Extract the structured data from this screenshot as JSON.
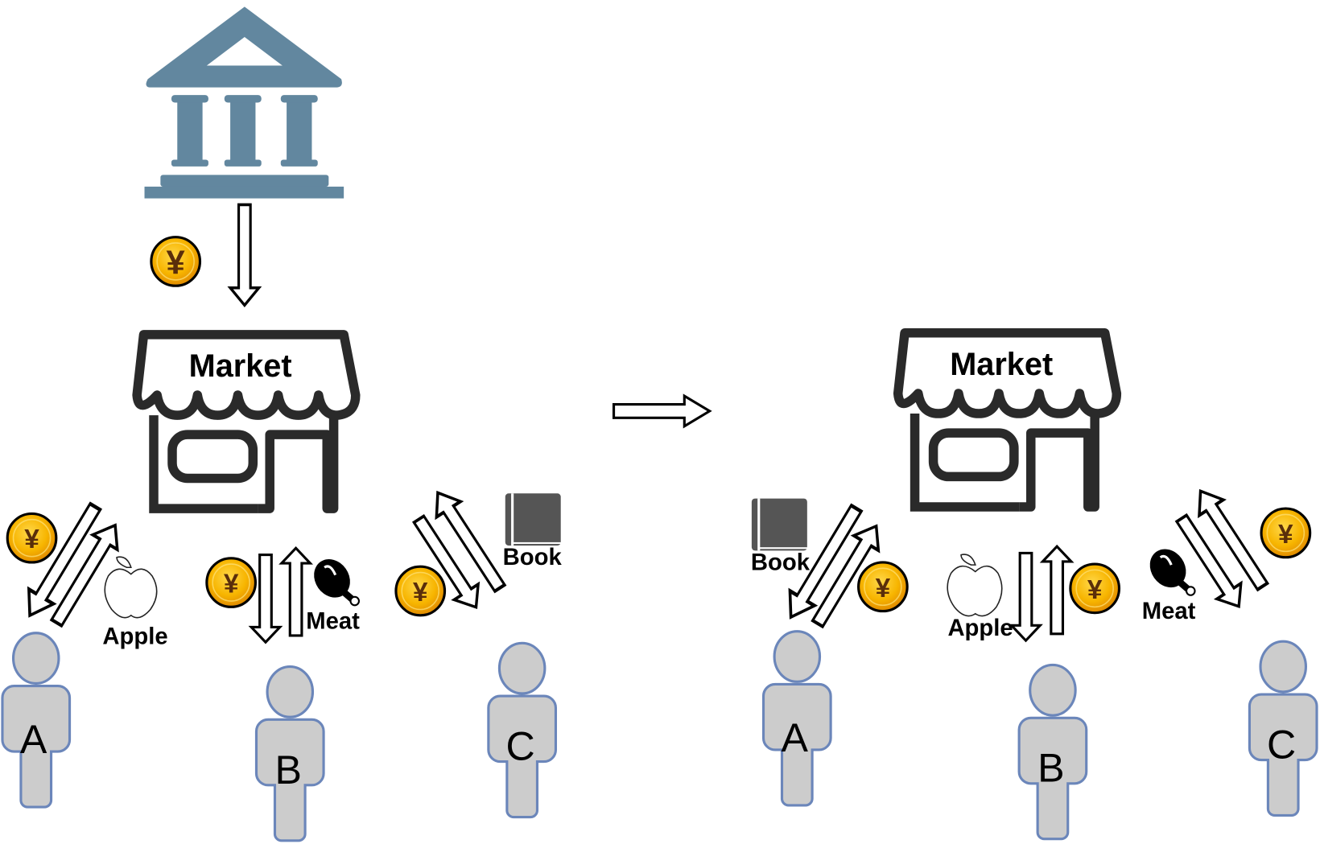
{
  "left_panel": {
    "bank": {
      "icon": "bank-icon"
    },
    "coin_to_market": {
      "icon": "yen-coin-icon",
      "symbol": "¥"
    },
    "market": {
      "label": "Market",
      "icon": "storefront-icon"
    },
    "people": [
      {
        "name": "A",
        "item": "Apple",
        "item_icon": "apple-icon",
        "coin_symbol": "¥"
      },
      {
        "name": "B",
        "item": "Meat",
        "item_icon": "meat-drumstick-icon",
        "coin_symbol": "¥"
      },
      {
        "name": "C",
        "item": "Book",
        "item_icon": "book-icon",
        "coin_symbol": "¥"
      }
    ]
  },
  "transition_arrow": {
    "icon": "right-arrow-icon"
  },
  "right_panel": {
    "market": {
      "label": "Market",
      "icon": "storefront-icon"
    },
    "people": [
      {
        "name": "A",
        "item": "Book",
        "item_icon": "book-icon",
        "coin_symbol": "¥"
      },
      {
        "name": "B",
        "item": "Apple",
        "item_icon": "apple-icon",
        "coin_symbol": "¥"
      },
      {
        "name": "C",
        "item": "Meat",
        "item_icon": "meat-drumstick-icon",
        "coin_symbol": "¥"
      }
    ]
  },
  "colors": {
    "bank": "#62879f",
    "coin_gold": "#f5b400",
    "coin_symbol": "#5a2e0a",
    "person_fill": "#cccccc",
    "person_stroke": "#6b86ba",
    "market_stroke": "#2a2a2a",
    "book": "#555555"
  }
}
